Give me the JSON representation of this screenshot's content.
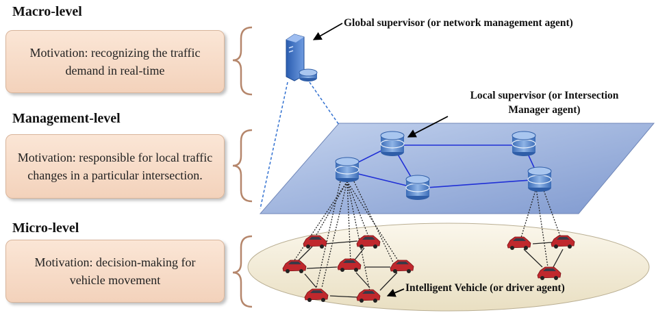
{
  "levels": [
    {
      "title": "Macro-level",
      "motivation": "Motivation: recognizing the traffic demand in real-time"
    },
    {
      "title": "Management-level",
      "motivation": "Motivation: responsible for local traffic changes in a particular intersection."
    },
    {
      "title": "Micro-level",
      "motivation": "Motivation: decision-making for vehicle movement"
    }
  ],
  "annotations": {
    "global": "Global supervisor (or network management agent)",
    "local": "Local supervisor (or Intersection Manager agent)",
    "vehicle": "Intelligent Vehicle (or driver agent)"
  },
  "colors": {
    "box_fill": "#f5d9c4",
    "plane_fill": "#8fa8d8",
    "database": "#4a7bc8",
    "network_link": "#1f2fd6",
    "car": "#c0282d",
    "ellipse_fill": "#f3ecd9",
    "brace": "#b5866b"
  },
  "icons": [
    "server-icon",
    "database-icon",
    "car-icon"
  ]
}
